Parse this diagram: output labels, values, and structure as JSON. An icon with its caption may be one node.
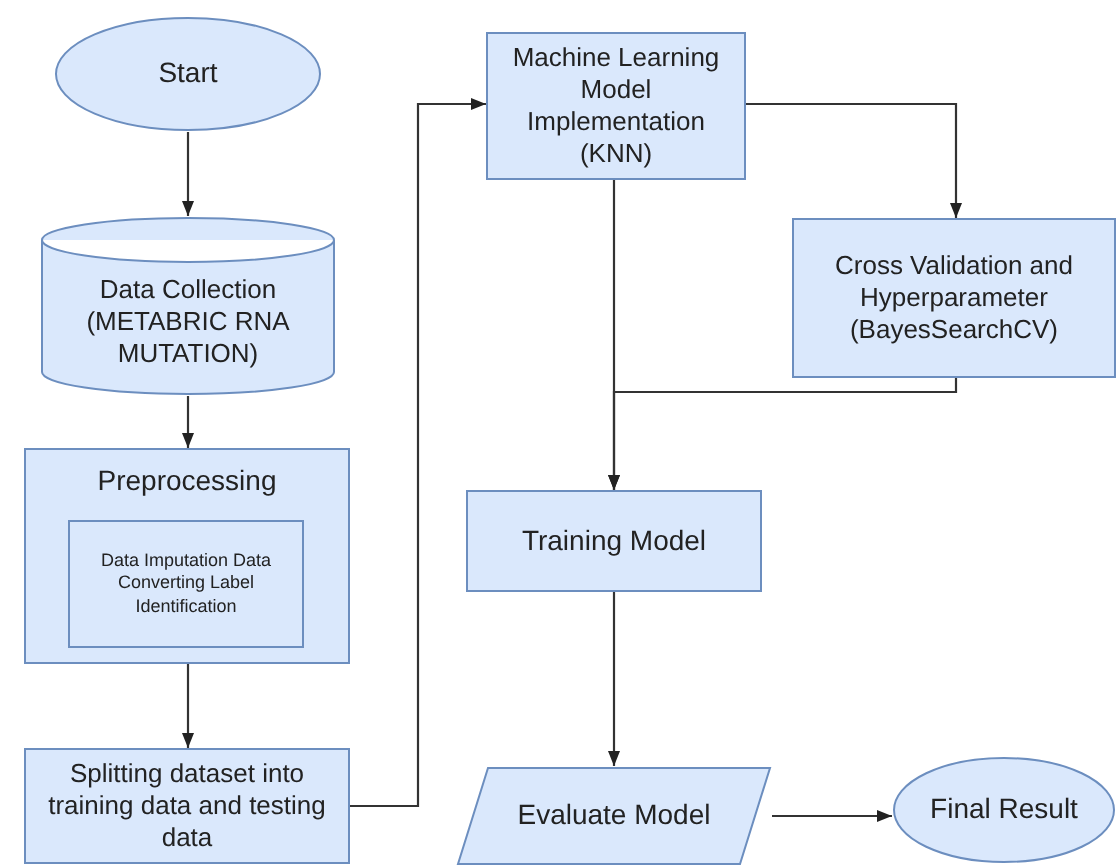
{
  "diagram": {
    "nodes": [
      {
        "text": [
          "Start"
        ]
      },
      {
        "text": [
          "Data Collection (METABRIC RNA MUTATION)"
        ]
      },
      {
        "text": [
          "Preprocessing"
        ]
      },
      {
        "text": [
          "Data Imputation Data Converting Label Identification"
        ],
        "in": 2
      },
      {
        "text": [
          "Splitting dataset into training data and testing data"
        ]
      },
      {
        "text": [
          "Machine Learning Model Implementation (KNN)"
        ]
      },
      {
        "text": [
          "Cross Validation and Hyperparameter (BayesSearchCV)"
        ]
      },
      {
        "text": [
          "Training Model"
        ]
      },
      {
        "text": [
          "Evaluate Model"
        ]
      },
      {
        "text": [
          "Final Result"
        ]
      }
    ],
    "edges": [
      {
        "from": 0,
        "to": 1,
        "arrow": "to"
      },
      {
        "from": 1,
        "to": 2,
        "arrow": "to"
      },
      {
        "from": 2,
        "to": 4,
        "arrow": "to"
      },
      {
        "from": 4,
        "to": 5,
        "arrow": "to"
      },
      {
        "from": 5,
        "to": 6,
        "arrow": "to"
      },
      {
        "from": 5,
        "to": 7,
        "arrow": "to"
      },
      {
        "from": 6,
        "to": 7,
        "arrow": "to"
      },
      {
        "from": 7,
        "to": 8,
        "arrow": "to"
      },
      {
        "from": 8,
        "to": 9,
        "arrow": "to"
      }
    ]
  }
}
